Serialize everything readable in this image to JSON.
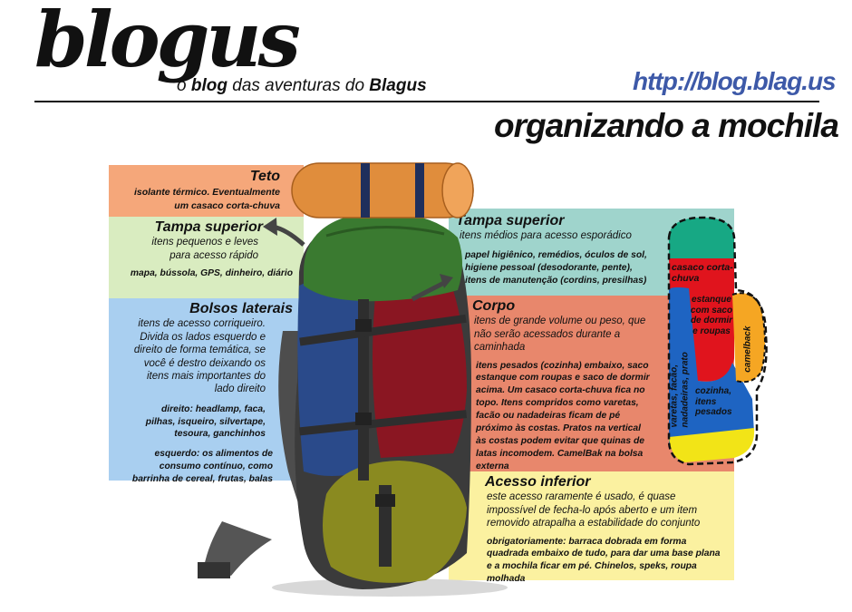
{
  "header": {
    "logo": "blogus",
    "tagline_pre": "o ",
    "tagline_bold1": "blog",
    "tagline_mid": " das aventuras do ",
    "tagline_bold2": "Blagus",
    "url": "http://blog.blag.us",
    "title": "organizando a mochila"
  },
  "panels": {
    "teto": {
      "title": "Teto",
      "sub": "isolante térmico. Eventualmente um casaco corta-chuva",
      "color": "#f5a77a"
    },
    "tampa_superior_left": {
      "title": "Tampa superior",
      "sub": "itens pequenos e leves para acesso rápido",
      "details": "mapa, bússola, GPS, dinheiro, diário",
      "color": "#d9ecc0"
    },
    "bolsos_laterais": {
      "title": "Bolsos laterais",
      "sub": "itens de acesso corriqueiro. Divida os lados esquerdo e direito de forma temática, se você é destro deixando os itens mais importantes do lado direito",
      "details1": "direito: headlamp, faca, pilhas, isqueiro, silvertape, tesoura, ganchinhos",
      "details2": "esquerdo: os alimentos de consumo contínuo, como barrinha de cereal, frutas, balas",
      "color": "#a9cff0"
    },
    "tampa_superior_right": {
      "title": "Tampa superior",
      "sub": "itens médios para acesso esporádico",
      "details": "papel higiênico, remédios, óculos de sol, higiene pessoal (desodorante, pente), itens de manutenção (cordins, presilhas)",
      "color": "#9fd4cc"
    },
    "corpo": {
      "title": "Corpo",
      "sub": "itens de grande volume ou peso, que não serão acessados durante a caminhada",
      "details": "itens pesados (cozinha) embaixo, saco estanque com roupas e saco de dormir acima. Um casaco corta-chuva fica no topo. Itens compridos como varetas, facão ou nadadeiras ficam de pé próximo às costas. Pratos na vertical às costas podem evitar que quinas de latas incomodem. CamelBak na bolsa externa",
      "color": "#e8876c"
    },
    "acesso_inferior": {
      "title": "Acesso inferior",
      "sub": "este acesso raramente é usado, é quase impossível de fecha-lo após aberto e um item removido atrapalha a estabilidade do conjunto",
      "details": "obrigatoriamente: barraca dobrada em forma quadrada embaixo de tudo, para dar uma base plana e a mochila ficar em pé. Chinelos, speks, roupa molhada",
      "color": "#fbf1a0"
    }
  },
  "section_diagram": {
    "labels": {
      "casaco": "casaco corta-chuva",
      "estanque": "estanque com saco de dormir e roupas",
      "camelback": "camelback",
      "varetas": "varetas, facão, nadadeiras, prato",
      "cozinha": "cozinha, itens pesados"
    },
    "colors": {
      "top": "#17a884",
      "red": "#e0141d",
      "blue": "#1e64c2",
      "orange": "#f5a623",
      "yellow": "#f2e417"
    }
  },
  "backpack_colors": {
    "pad": "#e08d3c",
    "lid": "#3a7a30",
    "red_body": "#8a1622",
    "blue_pocket": "#2a4a8a",
    "yellow_bottom": "#8a8a20",
    "dark": "#3b3b3b"
  }
}
